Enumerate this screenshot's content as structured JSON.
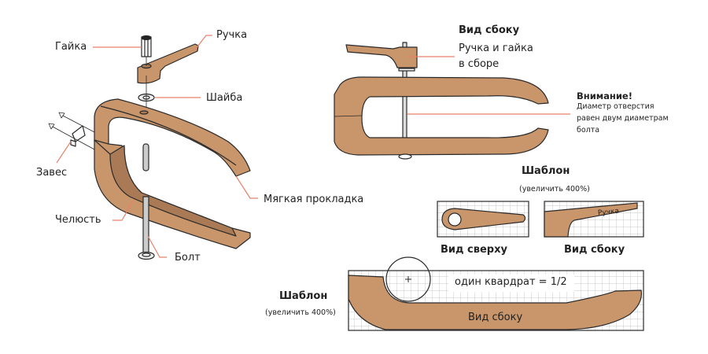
{
  "colors": {
    "wood": "#c9956b",
    "wood_dark": "#a97a55",
    "leader": "#e8826a",
    "outline": "#2a2a2a",
    "grid": "#b8b8b8"
  },
  "exploded": {
    "nut": "Гайка",
    "handle": "Ручка",
    "washer": "Шайба",
    "hinge": "Завес",
    "jaw": "Челюсть",
    "bolt": "Болт",
    "pad": "Мягкая прокладка"
  },
  "side_view": {
    "title": "Вид сбоку",
    "assembly_line1": "Ручка и гайка",
    "assembly_line2": "в сборе",
    "warning_title": "Внимание!",
    "warning_lines": [
      "Диаметр отверстия",
      "равен двум диаметрам",
      "болта"
    ]
  },
  "handle_template": {
    "title": "Шаблон",
    "subtitle": "(увеличить 400%)",
    "top_view_label": "Вид сверху",
    "side_view_label": "Вид сбоку",
    "handle_word": "Ручка"
  },
  "jaw_template": {
    "title": "Шаблон",
    "subtitle": "(увеличить 400%)",
    "scale_note": "один квардрат = 1/2",
    "side_view_label": "Вид сбоку"
  }
}
